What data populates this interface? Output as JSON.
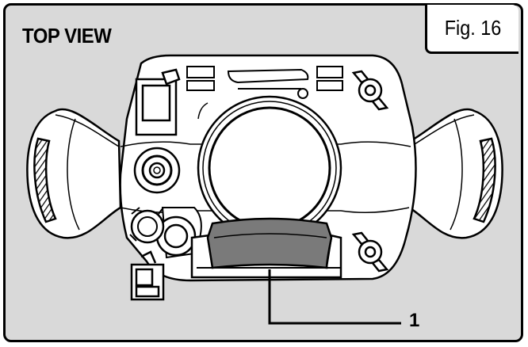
{
  "figure": {
    "view_title": "TOP VIEW",
    "figure_label": "Fig. 16",
    "callouts": [
      {
        "label": "1"
      }
    ]
  },
  "colors": {
    "panel_background": "#d9d9d9",
    "outline": "#000000",
    "part_fill": "#ffffff",
    "highlight_part": "#7a7a7a"
  }
}
